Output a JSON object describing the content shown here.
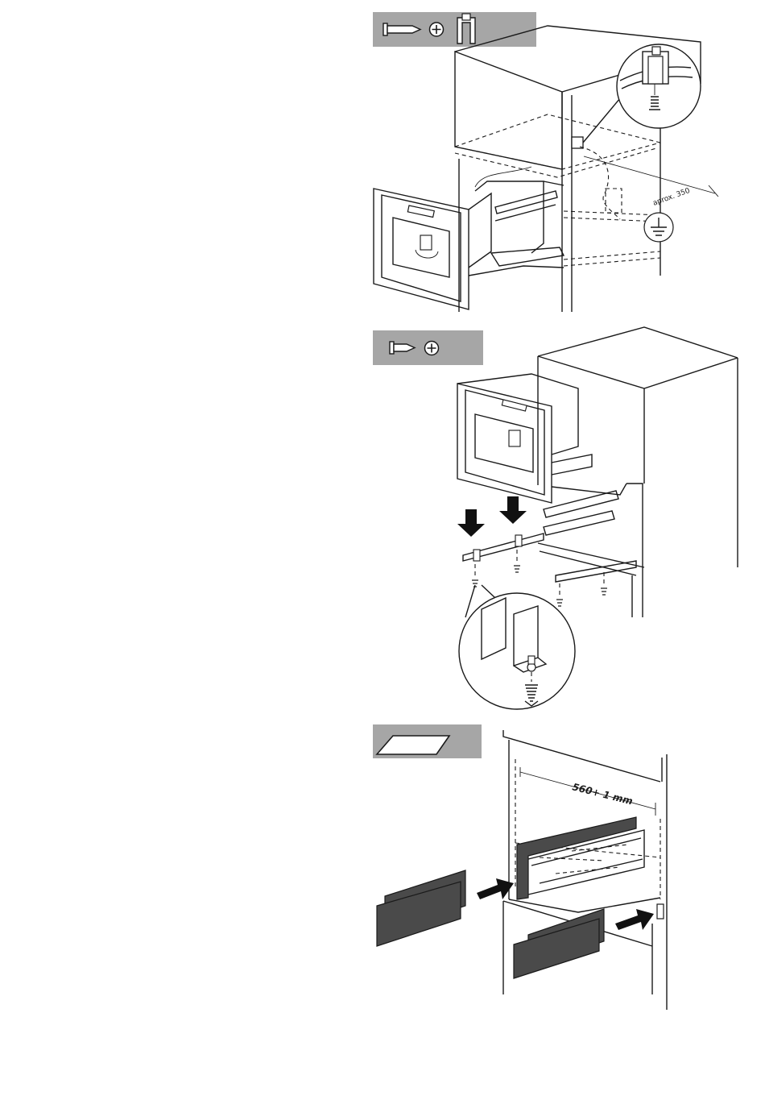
{
  "figures": [
    {
      "id": "step-1",
      "tools": [
        "screw-icon",
        "phillips-screwdriver-icon",
        "bracket-clip-icon"
      ],
      "dimension_label": "aprox. 350"
    },
    {
      "id": "step-2",
      "tools": [
        "screw-icon",
        "phillips-screwdriver-icon"
      ]
    },
    {
      "id": "step-3",
      "tools": [
        "spacer-panel-icon"
      ],
      "dimension_label": "560+ 1 mm"
    }
  ],
  "colors": {
    "toolbar": "#a6a6a6",
    "line": "#1a1a1a",
    "panel": "#4a4a4a"
  }
}
